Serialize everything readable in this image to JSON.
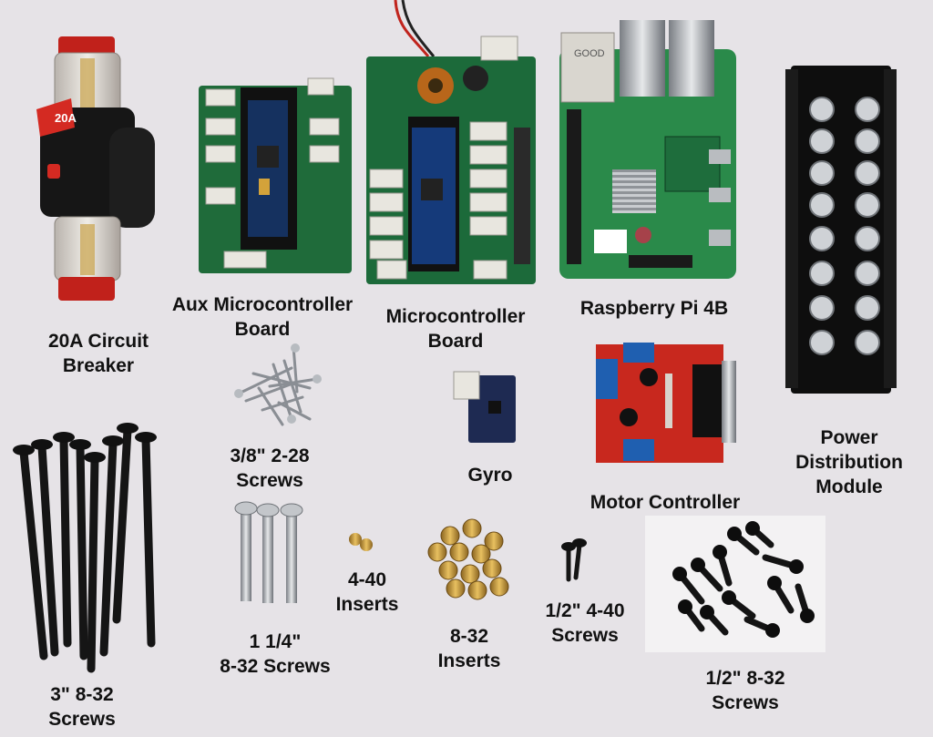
{
  "labels": {
    "circuit_breaker": [
      "20A Circuit",
      "Breaker"
    ],
    "aux_board": [
      "Aux Microcontroller",
      "Board"
    ],
    "micro_board": [
      "Microcontroller",
      "Board"
    ],
    "raspberry_pi": [
      "Raspberry Pi 4B"
    ],
    "power_module": [
      "Power",
      "Distribution",
      "Module"
    ],
    "screws_2_28": [
      "3/8\" 2-28",
      "Screws"
    ],
    "gyro": [
      "Gyro"
    ],
    "motor_controller": [
      "Motor Controller"
    ],
    "screws_3in": [
      "3\" 8-32",
      "Screws"
    ],
    "screws_1_25": [
      "1 1/4\"",
      "8-32 Screws"
    ],
    "inserts_4_40": [
      "4-40",
      "Inserts"
    ],
    "inserts_8_32": [
      "8-32",
      "Inserts"
    ],
    "screws_half_4_40": [
      "1/2\" 4-40",
      "Screws"
    ],
    "screws_half_8_32": [
      "1/2\" 8-32",
      "Screws"
    ]
  },
  "printed": {
    "breaker_rating": "20A",
    "pi_usb_label": "GOOD"
  },
  "colors": {
    "background": "#e6e3e7",
    "pcb_green": "#1f6b3a",
    "motor_red": "#c8281e",
    "terminal_blue": "#1f5fb0",
    "brass": "#c8a040",
    "screw_black": "#1a1a1a",
    "breaker_red": "#d42a22"
  }
}
